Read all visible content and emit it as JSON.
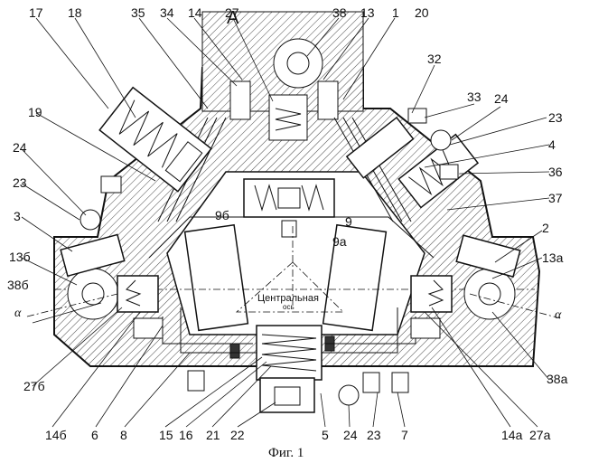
{
  "view_label": "А",
  "axis_text": {
    "line1": "Центральная",
    "line2": "ось"
  },
  "angle_symbol": "α",
  "caption": "Фиг. 1",
  "labels": {
    "n17": "17",
    "n18": "18",
    "n35": "35",
    "n34": "34",
    "n14": "14",
    "n27": "27",
    "n38": "38",
    "n13": "13",
    "n1": "1",
    "n20": "20",
    "n32": "32",
    "n33": "33",
    "n24_tr": "24",
    "n23_tr": "23",
    "n4": "4",
    "n36": "36",
    "n37": "37",
    "n2": "2",
    "n13a": "13а",
    "n19": "19",
    "n24_l": "24",
    "n23_l": "23",
    "n3": "3",
    "n13b": "13б",
    "n38b": "38б",
    "n27b": "27б",
    "n9b": "9б",
    "n9": "9",
    "n9a": "9а",
    "n38a": "38а",
    "n27a": "27а",
    "n14b": "14б",
    "n6": "6",
    "n8": "8",
    "n15": "15",
    "n16": "16",
    "n21": "21",
    "n22": "22",
    "n5": "5",
    "n24_b": "24",
    "n23_b": "23",
    "n7": "7",
    "n14a": "14а"
  }
}
